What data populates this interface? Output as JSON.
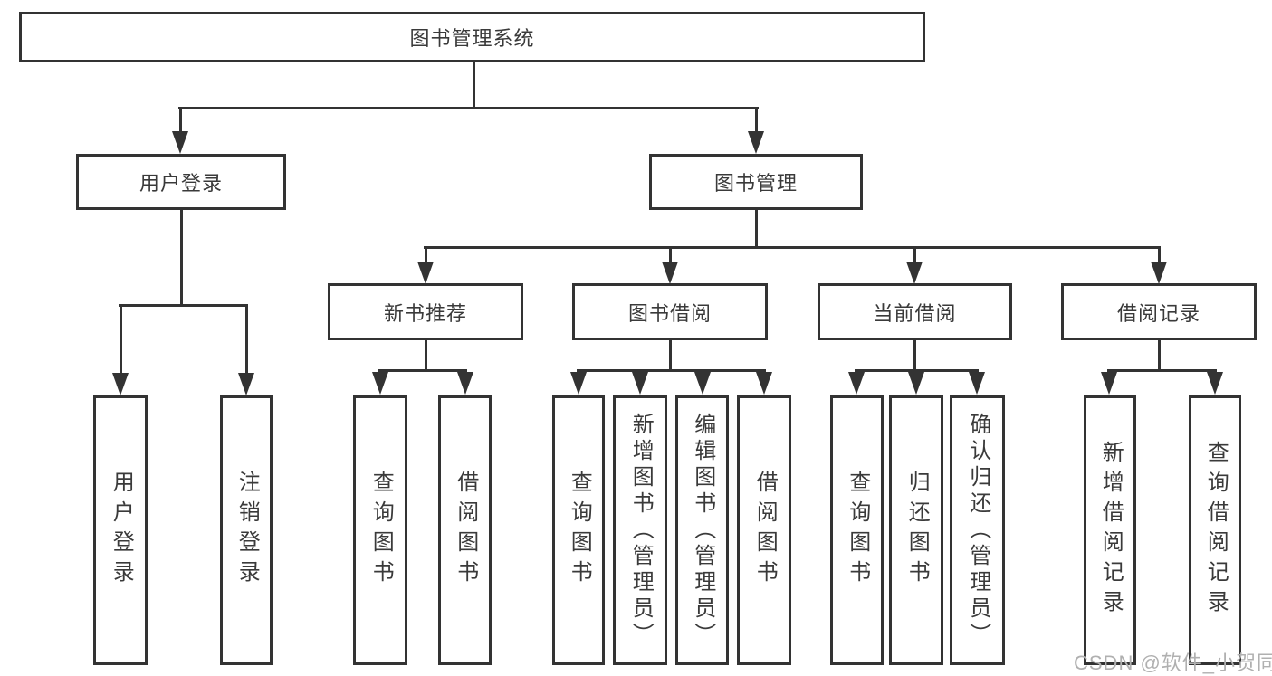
{
  "tree": {
    "label": "图书管理系统",
    "children": [
      {
        "label": "用户登录",
        "children": [
          {
            "label": "用户登录"
          },
          {
            "label": "注销登录"
          }
        ]
      },
      {
        "label": "图书管理",
        "children": [
          {
            "label": "新书推荐",
            "children": [
              {
                "label": "查询图书"
              },
              {
                "label": "借阅图书"
              }
            ]
          },
          {
            "label": "图书借阅",
            "children": [
              {
                "label": "查询图书"
              },
              {
                "label": "新增图书（管理员）"
              },
              {
                "label": "编辑图书（管理员）"
              },
              {
                "label": "借阅图书"
              }
            ]
          },
          {
            "label": "当前借阅",
            "children": [
              {
                "label": "查询图书"
              },
              {
                "label": "归还图书"
              },
              {
                "label": "确认归还（管理员）"
              }
            ]
          },
          {
            "label": "借阅记录",
            "children": [
              {
                "label": "新增借阅记录"
              },
              {
                "label": "查询借阅记录"
              }
            ]
          }
        ]
      }
    ]
  },
  "watermark": {
    "text": "CSDN @软件_小贺同学"
  },
  "colors": {
    "line": "#333333",
    "box_border": "#333333",
    "text": "#3a3a3a",
    "watermark": "#b0b0b0",
    "background": "#ffffff"
  }
}
